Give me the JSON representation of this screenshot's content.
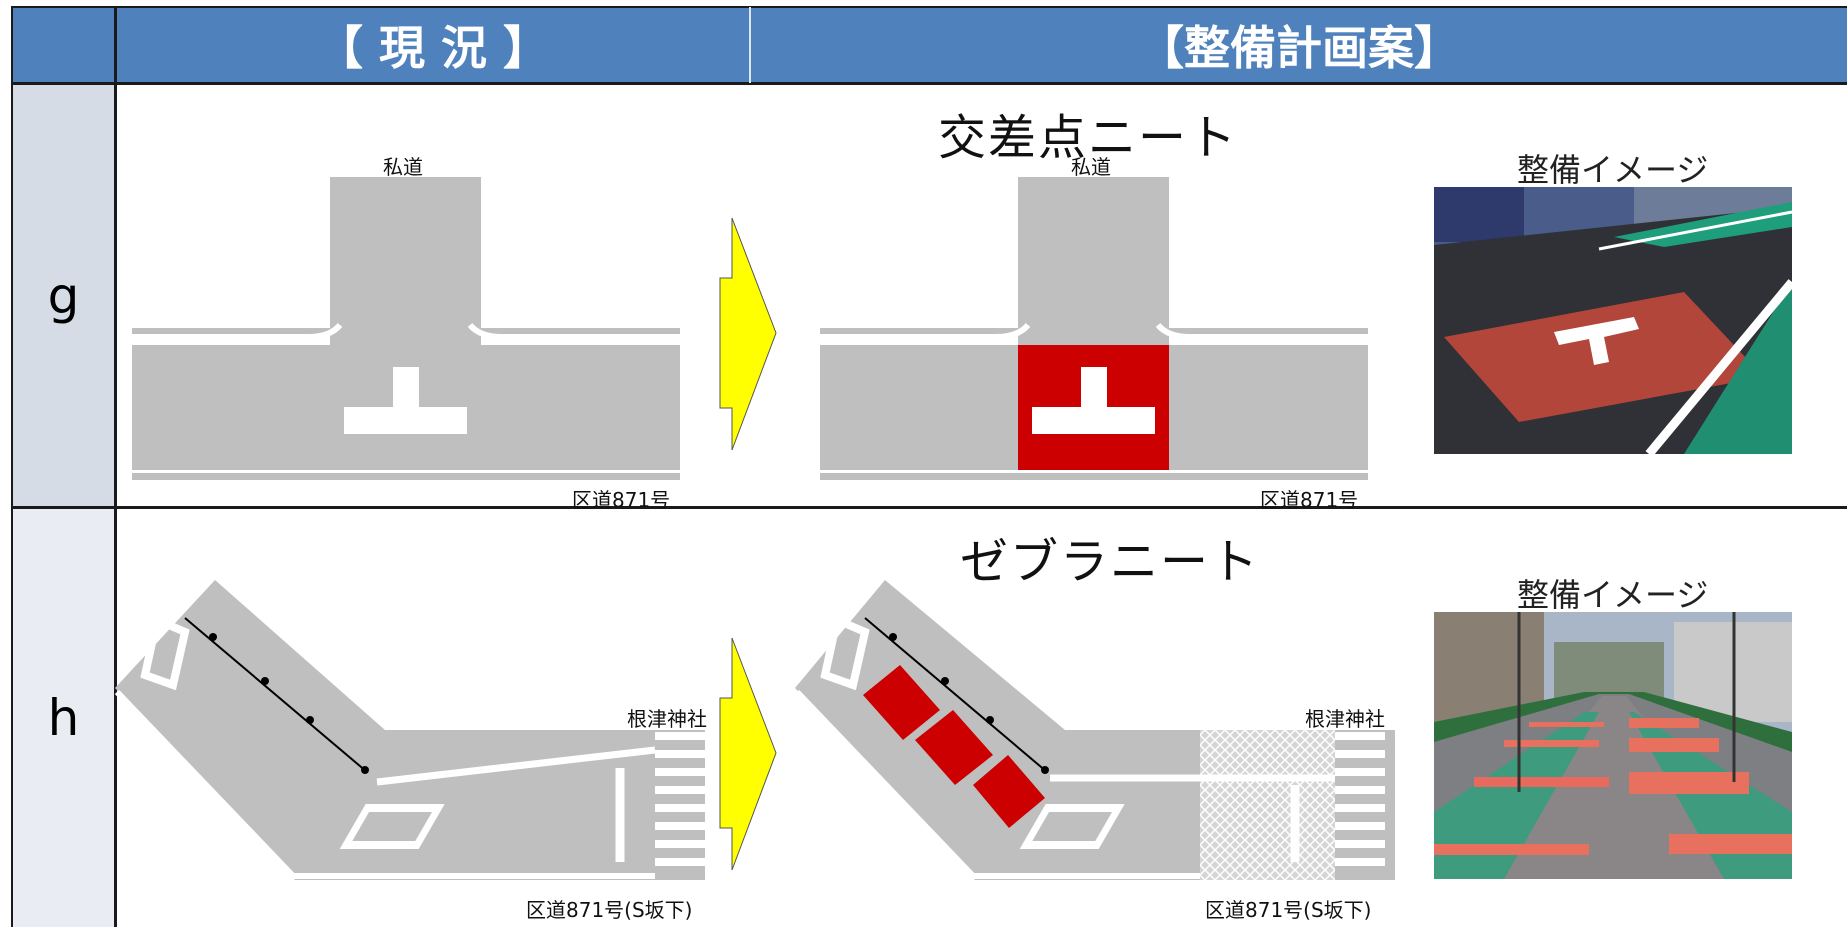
{
  "header": {
    "current_label": "【 現 況 】",
    "plan_label": "【整備計画案】"
  },
  "rows": [
    {
      "id": "g",
      "label": "g",
      "plan_title": "交差点ニート",
      "current": {
        "side_road_label": "私道",
        "main_road_label": "区道871号"
      },
      "plan": {
        "side_road_label": "私道",
        "main_road_label": "区道871号"
      },
      "photo_label": "整備イメージ"
    },
    {
      "id": "h",
      "label": "h",
      "plan_title": "ゼブラニート",
      "current": {
        "landmark_label": "根津神社",
        "main_road_label": "区道871号(S坂下)"
      },
      "plan": {
        "landmark_label": "根津神社",
        "main_road_label": "区道871号(S坂下)"
      },
      "photo_label": "整備イメージ"
    }
  ],
  "colors": {
    "header_bg": "#4f81bd",
    "row_g_label_bg": "#d6dce6",
    "row_h_label_bg": "#e9edf3",
    "road": "#bfbfbf",
    "marking": "#ffffff",
    "red_paint": "#cc0000",
    "arrow": "#ffff00"
  },
  "icons": {
    "arrow": "right-arrow-icon",
    "photo_g": "intersection-photo",
    "photo_h": "zebra-road-photo"
  }
}
